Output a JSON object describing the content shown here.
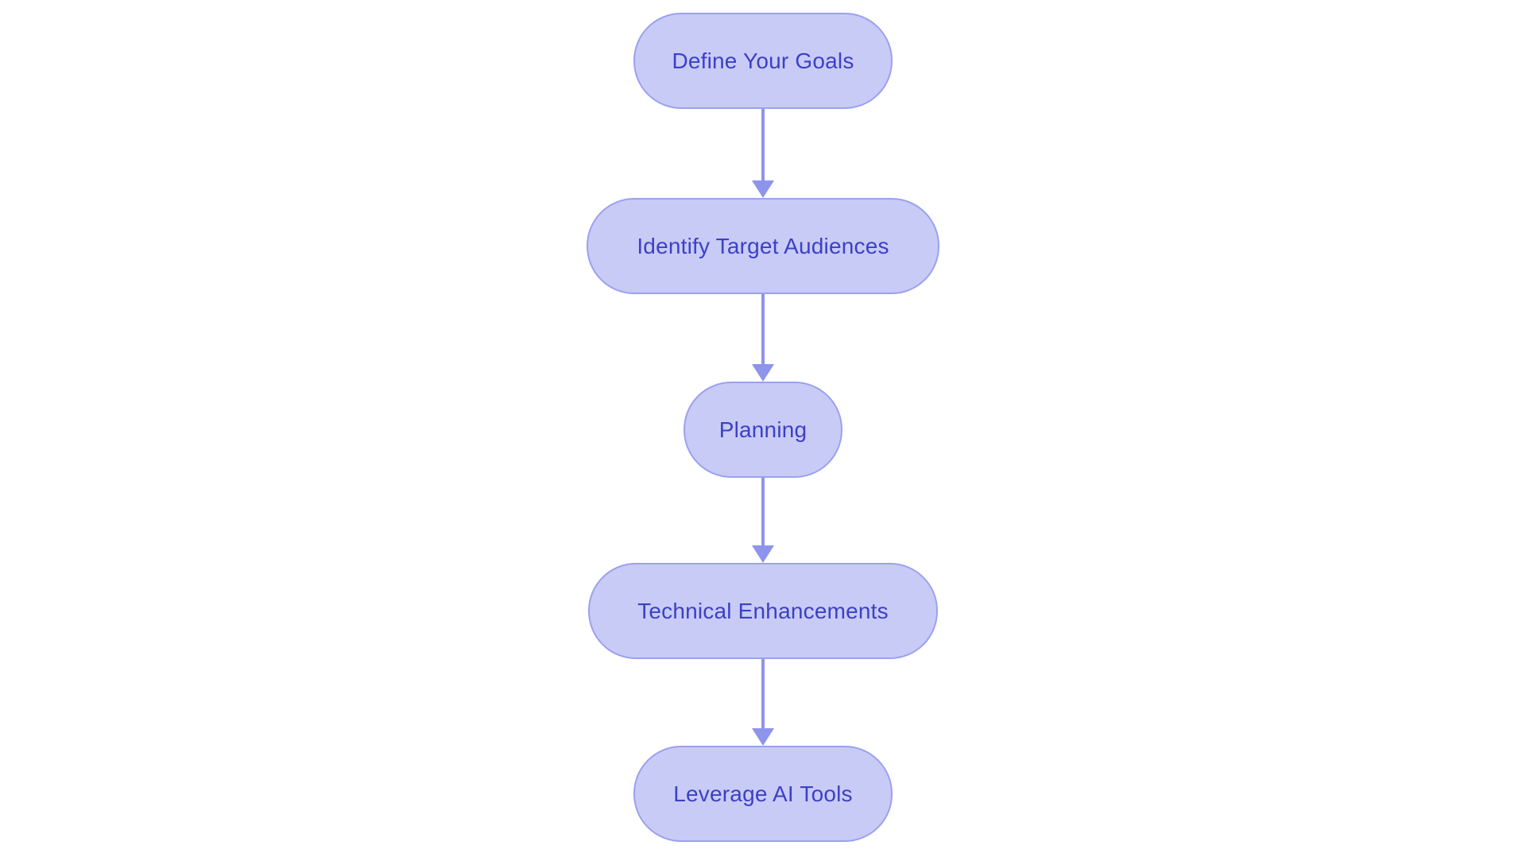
{
  "diagram": {
    "type": "flowchart",
    "direction": "top-down",
    "background": "#ffffff",
    "colors": {
      "node_fill": "#c9cbf7",
      "node_border": "#9aa1ef",
      "node_text": "#3b41c5",
      "arrow": "#8d94ec"
    },
    "nodes": [
      {
        "label": "Define Your Goals"
      },
      {
        "label": "Identify Target Audiences"
      },
      {
        "label": "Planning"
      },
      {
        "label": "Technical Enhancements"
      },
      {
        "label": "Leverage AI Tools"
      }
    ],
    "edges": [
      {
        "from": "Define Your Goals",
        "to": "Identify Target Audiences"
      },
      {
        "from": "Identify Target Audiences",
        "to": "Planning"
      },
      {
        "from": "Planning",
        "to": "Technical Enhancements"
      },
      {
        "from": "Technical Enhancements",
        "to": "Leverage AI Tools"
      }
    ]
  }
}
